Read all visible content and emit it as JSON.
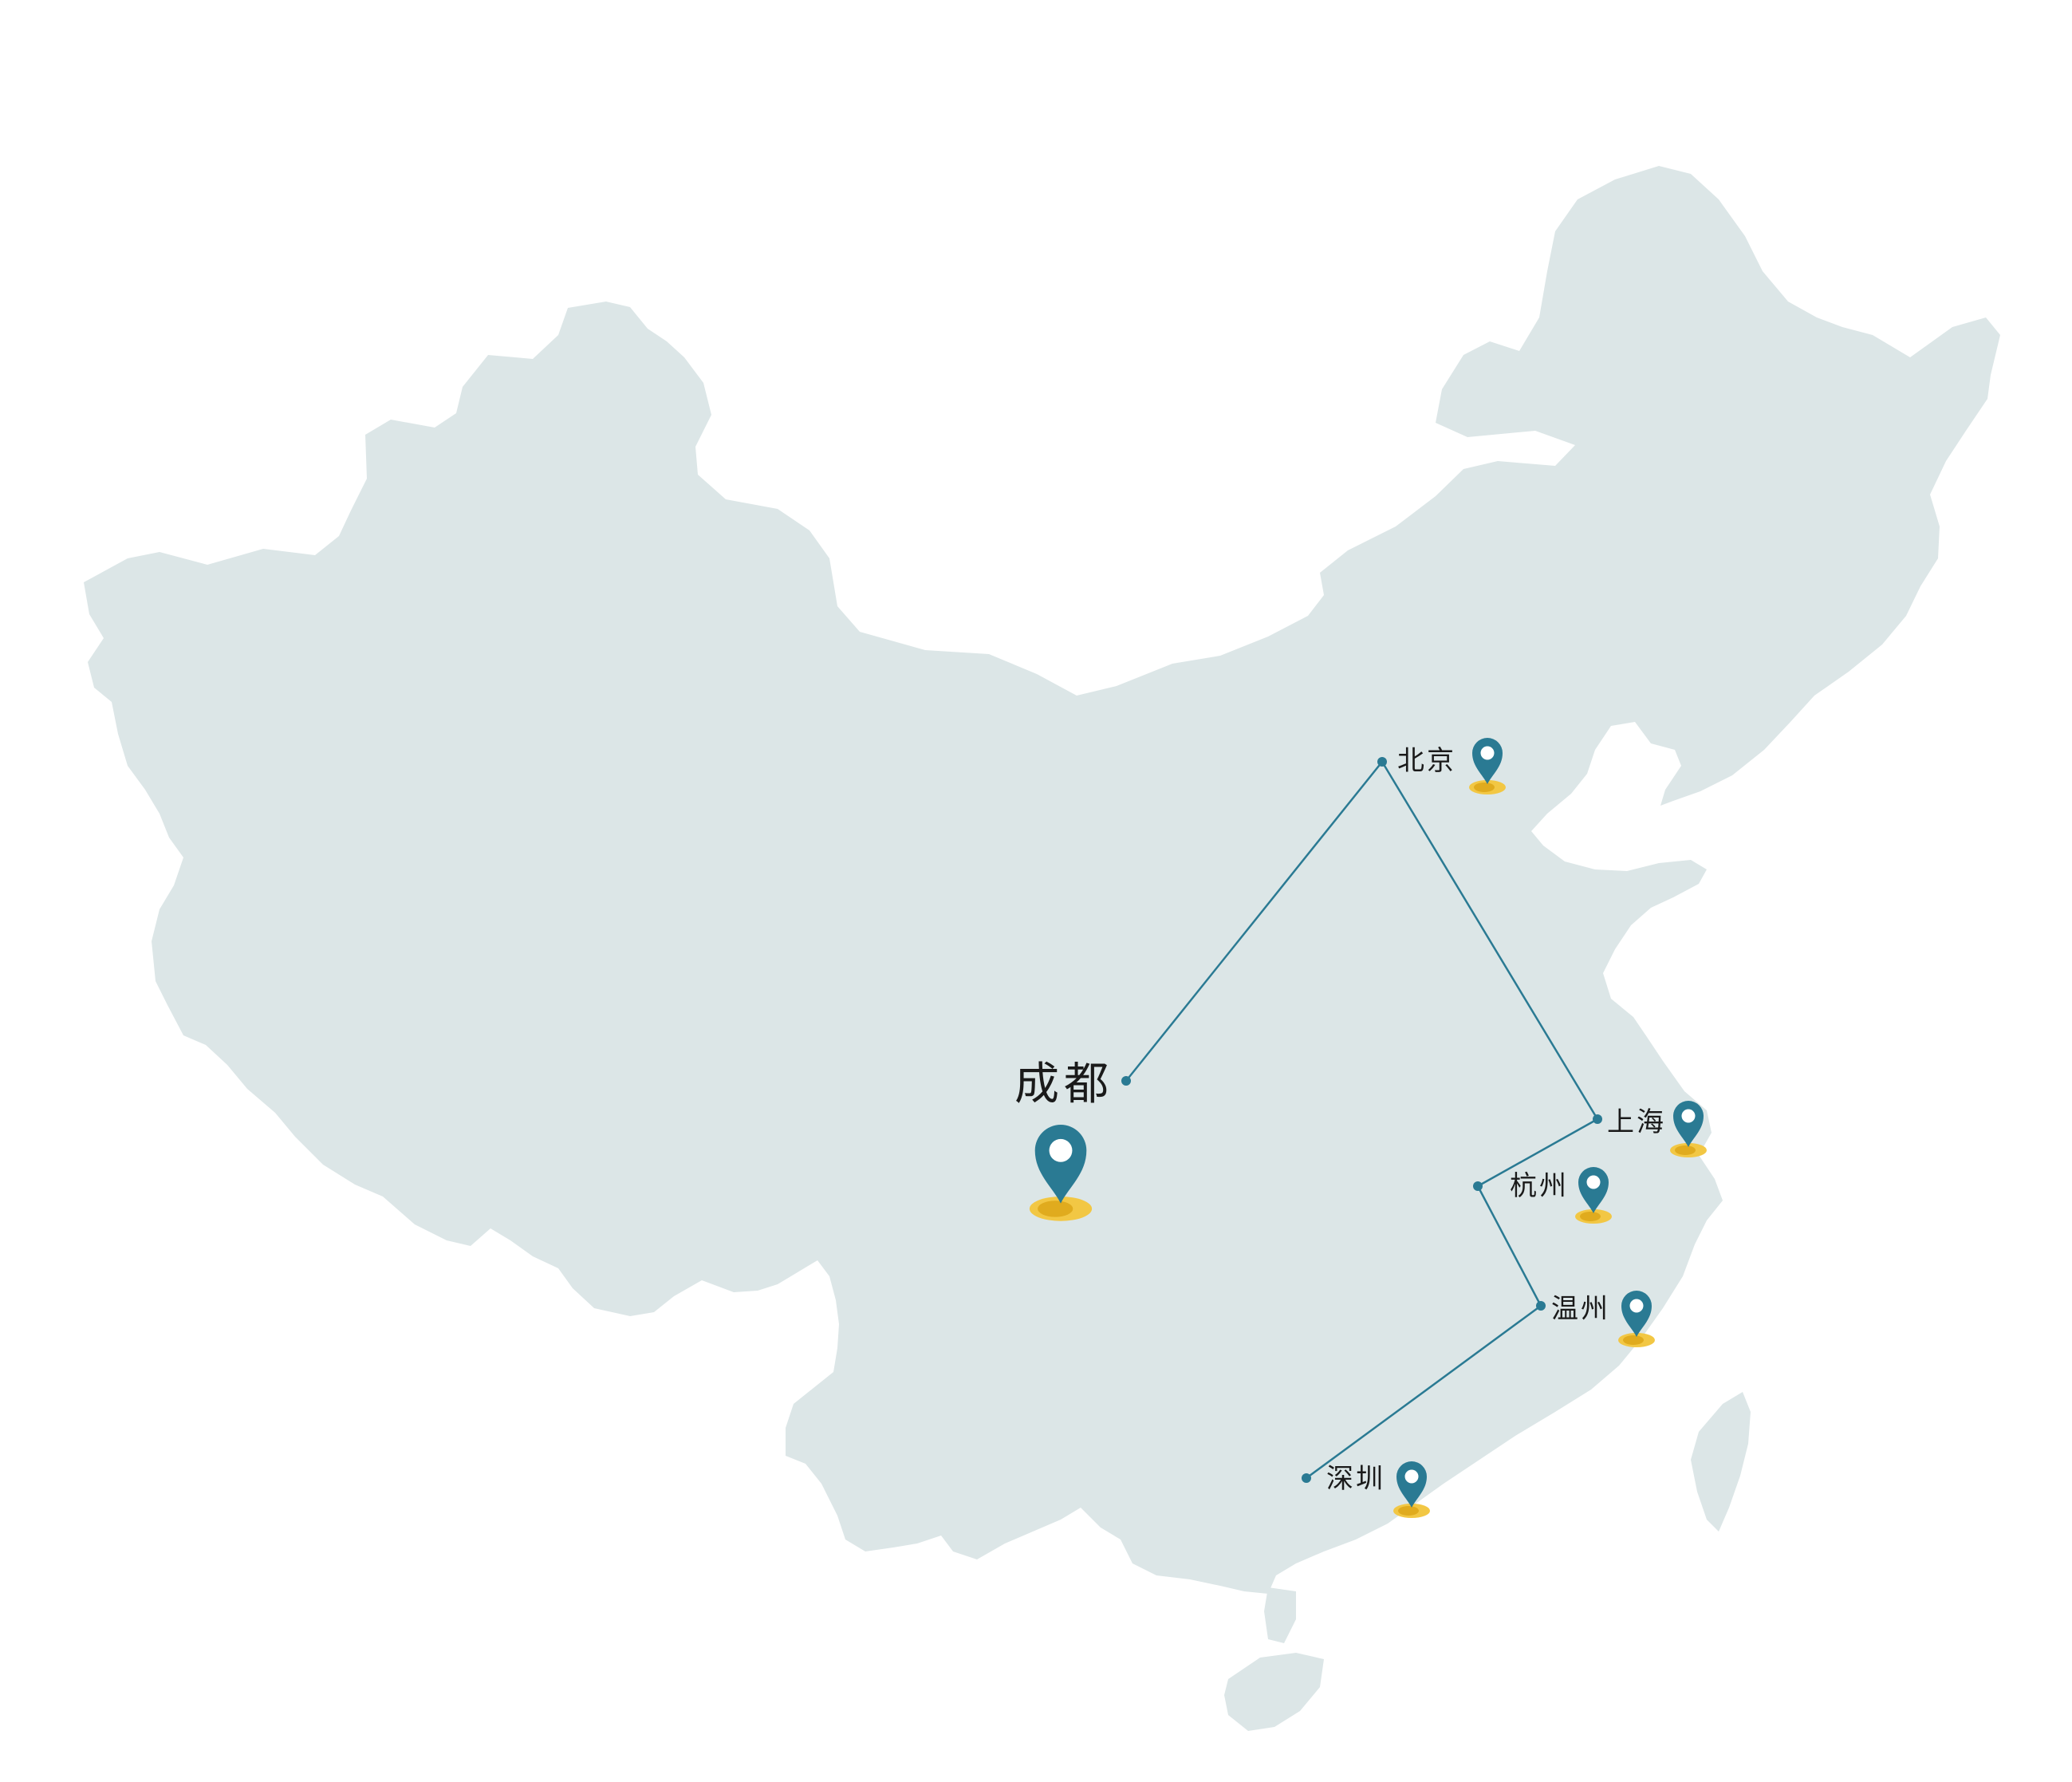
{
  "colors": {
    "land": "#dce6e7",
    "route": "#2a7a93",
    "pin": "#2a7a93",
    "pin_base": "#f2c744",
    "pin_base_dark": "#e0ab1e",
    "text": "#1a1a1a"
  },
  "map": {
    "origin": {
      "id": "chengdu",
      "label": "成都"
    },
    "cities": [
      {
        "id": "beijing",
        "label": "北京"
      },
      {
        "id": "shanghai",
        "label": "上海"
      },
      {
        "id": "hangzhou",
        "label": "杭州"
      },
      {
        "id": "wenzhou",
        "label": "温州"
      },
      {
        "id": "shenzhen",
        "label": "深圳"
      }
    ],
    "route": [
      "chengdu",
      "beijing",
      "shanghai",
      "hangzhou",
      "wenzhou",
      "shenzhen"
    ],
    "icons": {
      "pin": "map-pin-icon"
    }
  }
}
